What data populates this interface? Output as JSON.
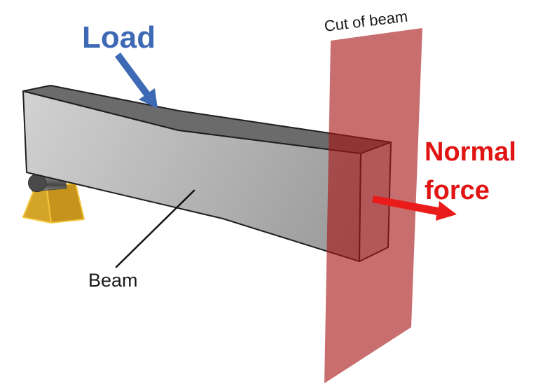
{
  "labels": {
    "load": "Load",
    "cut_of_beam": "Cut of beam",
    "normal_force_line1": "Normal",
    "normal_force_line2": "force",
    "beam": "Beam"
  },
  "colors": {
    "background": "#ffffff",
    "load_blue": "#3e69b5",
    "text_black": "#1a1a1a",
    "normal_force_red": "#e11414",
    "arrow_red": "#ea1b1b",
    "cut_plane_red": "#a81515",
    "cut_plane_opacity": "0.62",
    "beam_top_gray": "#6b6b6b",
    "beam_front_light": "#d2d2d2",
    "beam_front_dark": "#989898",
    "beam_end_gray": "#c6c6c6",
    "beam_edge": "#1f1f1f",
    "support_gold": "#d4a428",
    "support_gold_dark": "#c6941c",
    "support_gold_edge": "#f2c73e",
    "roller_dark": "#4a4a4a",
    "roller_edge": "#2e2e2e",
    "leader_line": "#111111"
  }
}
